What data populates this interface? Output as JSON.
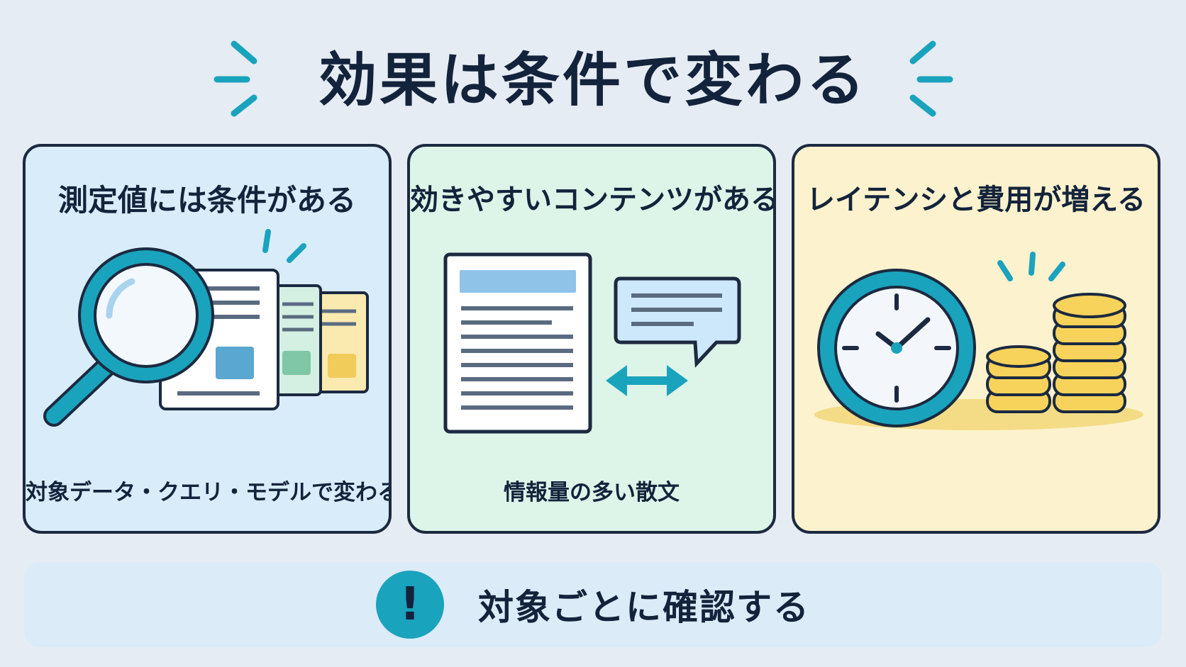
{
  "title": "効果は条件で変わる",
  "cards": [
    {
      "title": "測定値には条件がある",
      "caption": "対象データ・クエリ・モデルで変わる",
      "illustration": "magnifier-over-documents",
      "background": "#d9ecfa"
    },
    {
      "title": "効きやすいコンテンツがある",
      "caption": "情報量の多い散文",
      "illustration": "document-to-chat-bubble",
      "background": "#ddf5e8"
    },
    {
      "title": "レイテンシと費用が増える",
      "caption": "",
      "illustration": "clock-and-coin-stacks",
      "background": "#fcf2cd"
    }
  ],
  "bottom": {
    "icon_symbol": "!",
    "text": "対象ごとに確認する"
  },
  "colors": {
    "accent": "#1aa3bd",
    "outline": "#1b2a40",
    "coin": "#f7d35c"
  }
}
